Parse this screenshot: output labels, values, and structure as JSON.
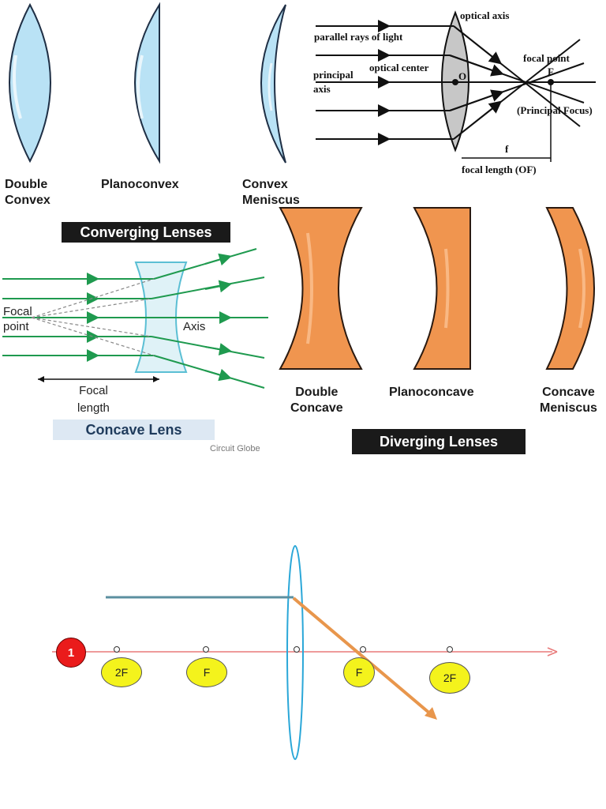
{
  "converging": {
    "lenses": [
      "Double\nConvex",
      "Planoconvex",
      "Convex\nMeniscus"
    ],
    "banner": "Converging Lenses"
  },
  "focus_diagram": {
    "optical_axis": "optical axis",
    "parallel_rays": "parallel rays of light",
    "optical_center": "optical center",
    "principal_axis": "principal\naxis",
    "center_point": "O",
    "focal_point": "focal point",
    "focal_letter": "F",
    "principal_focus": "(Principal Focus)",
    "f_label": "f",
    "focal_length": "focal length (OF)"
  },
  "concave_diagram": {
    "focal_point": "Focal\npoint",
    "axis": "Axis",
    "focal_length": "Focal\nlength",
    "banner": "Concave Lens",
    "credit": "Circuit Globe"
  },
  "diverging": {
    "lenses": [
      "Double\nConcave",
      "Planoconcave",
      "Concave\nMeniscus"
    ],
    "banner": "Diverging Lenses"
  },
  "ray_diagram": {
    "badge": "1",
    "markers": [
      "2F",
      "F",
      "F",
      "2F"
    ]
  },
  "colors": {
    "convex_fill": "#b9e2f5",
    "concave_fill": "#f0954f",
    "green_ray": "#1f9a4f",
    "orange_ray": "#e8964c",
    "axis_line": "#e87a7a",
    "marker_fill": "#f4f31c",
    "badge_fill": "#ea1b1b"
  }
}
